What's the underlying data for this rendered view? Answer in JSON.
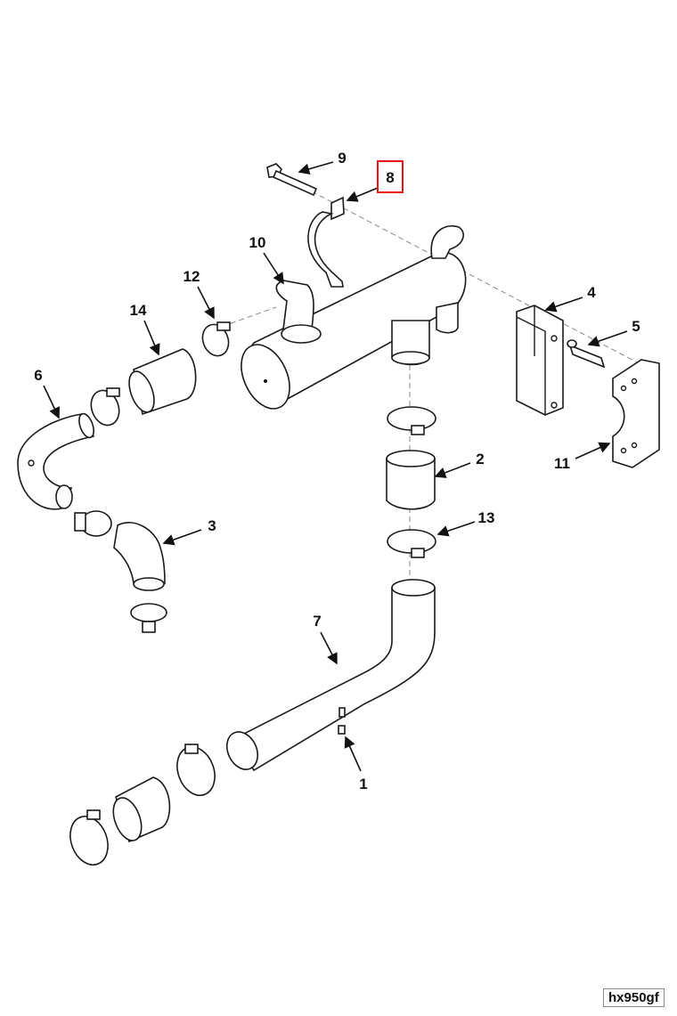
{
  "diagram": {
    "drawing_id": "hx950gf",
    "highlighted_callout": "8",
    "highlight_color": "#e8141c",
    "callouts": [
      "1",
      "2",
      "3",
      "4",
      "5",
      "6",
      "7",
      "8",
      "9",
      "10",
      "11",
      "12",
      "13",
      "14"
    ]
  }
}
